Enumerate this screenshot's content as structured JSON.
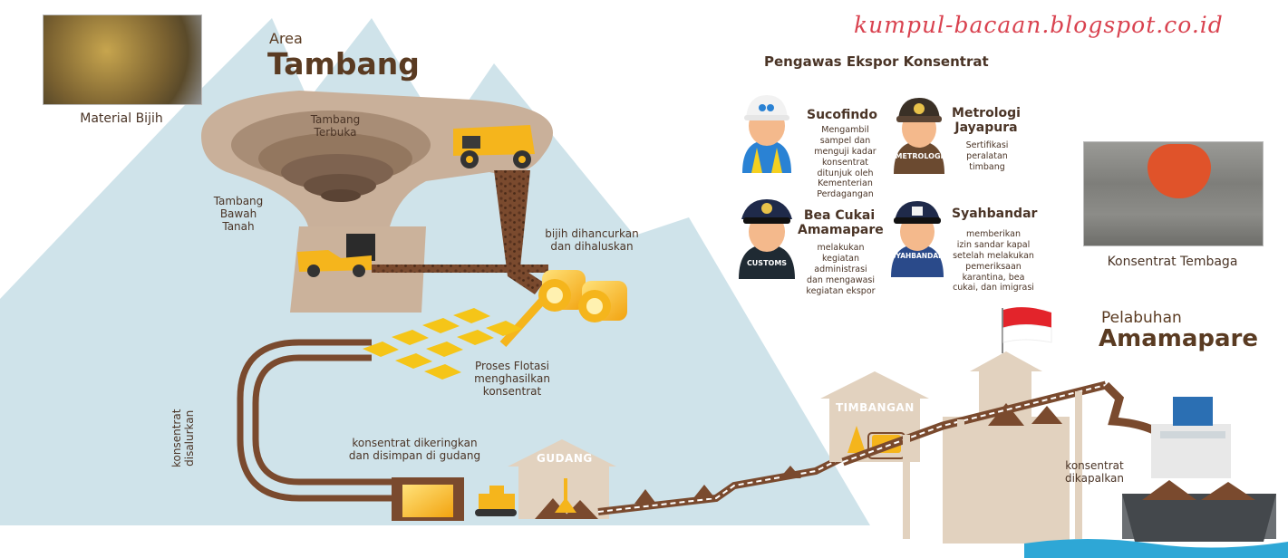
{
  "watermark": "kumpul-bacaan.blogspot.co.id",
  "mine": {
    "area_small": "Area",
    "area_big": "Tambang",
    "ore_material": "Material Bijih",
    "open_pit": [
      "Tambang",
      "Terbuka"
    ],
    "underground": [
      "Tambang",
      "Bawah",
      "Tanah"
    ],
    "crushing": [
      "bijih dihancurkan",
      "dan  dihaluskan"
    ],
    "flotation": [
      "Proses Flotasi",
      "menghasilkan",
      "konsentrat"
    ],
    "piped": [
      "konsentrat",
      "disalurkan"
    ],
    "drying": [
      "konsentrat dikeringkan",
      "dan disimpan di gudang"
    ],
    "warehouse": "GUDANG",
    "scale_house": "TIMBANGAN"
  },
  "supervisors": {
    "title": "Pengawas Ekspor Konsentrat",
    "items": [
      {
        "name": [
          "Sucofindo"
        ],
        "desc": [
          "Mengambil",
          "sampel dan",
          "menguji kadar",
          "konsentrat",
          "ditunjuk oleh",
          "Kementerian",
          "Perdagangan"
        ],
        "icon": "surveyor-helmet-icon",
        "badge": ""
      },
      {
        "name": [
          "Metrologi",
          "Jayapura"
        ],
        "desc": [
          "Sertifikasi",
          "peralatan",
          "timbang"
        ],
        "icon": "metrologi-officer-icon",
        "badge": "METROLOGI"
      },
      {
        "name": [
          "Bea Cukai",
          "Amamapare"
        ],
        "desc": [
          "melakukan",
          "kegiatan",
          "administrasi",
          "dan mengawasi",
          "kegiatan ekspor"
        ],
        "icon": "customs-officer-icon",
        "badge": "CUSTOMS"
      },
      {
        "name": [
          "Syahbandar"
        ],
        "desc": [
          "memberikan",
          "izin sandar kapal",
          "setelah melakukan",
          "pemeriksaan",
          "karantina, bea",
          "cukai, dan imigrasi"
        ],
        "icon": "harbormaster-officer-icon",
        "badge": "SYAHBANDAR"
      }
    ]
  },
  "port": {
    "small": "Pelabuhan",
    "big": "Amamapare",
    "concentrate_photo_label": "Konsentrat Tembaga",
    "shipping": [
      "konsentrat",
      "dikapalkan"
    ]
  },
  "colors": {
    "mountain": "#cfe3ea",
    "pipe": "#7a4a2e",
    "house": "#e2d2bf",
    "gold": "#f5b51c",
    "water": "#2ea7d6",
    "flag_red": "#e3242b"
  }
}
